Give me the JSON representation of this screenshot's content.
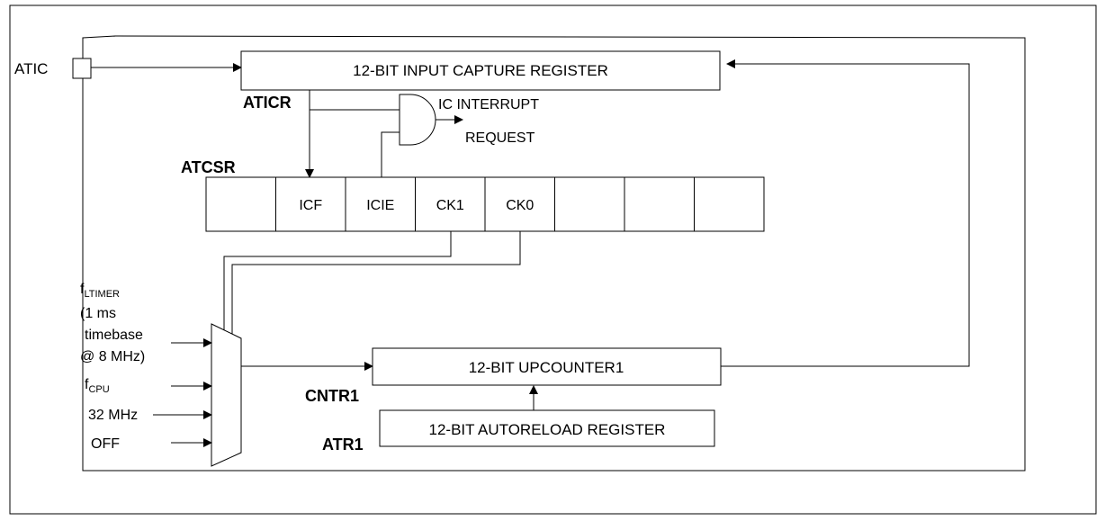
{
  "atic_pin": "ATIC",
  "input_capture_register": "12-BIT INPUT CAPTURE REGISTER",
  "aticr": "ATICR",
  "ic_interrupt": "IC INTERRUPT",
  "request": "REQUEST",
  "atcsr": "ATCSR",
  "atcsr_bits": [
    "",
    "ICF",
    "ICIE",
    "CK1",
    "CK0",
    "",
    "",
    ""
  ],
  "mux_inputs": {
    "fltimer_f": "f",
    "fltimer_sub": "LTIMER",
    "fltimer_l1": "(1 ms",
    "fltimer_l2": "timebase",
    "fltimer_l3": "@ 8 MHz)",
    "fcpu_f": "f",
    "fcpu_sub": "CPU",
    "mhz32": "32 MHz",
    "off": "OFF"
  },
  "upcounter": "12-BIT UPCOUNTER1",
  "cntr1": "CNTR1",
  "autoreload_register": "12-BIT AUTORELOAD REGISTER",
  "atr1": "ATR1"
}
